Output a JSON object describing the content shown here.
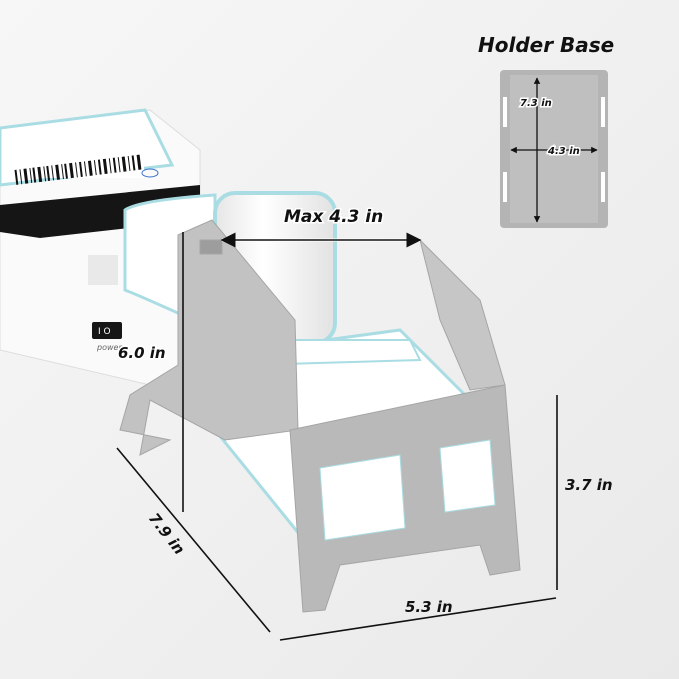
{
  "inset": {
    "title": "Holder Base",
    "length": "7.3 in",
    "width": "4.3 in"
  },
  "dimensions": {
    "max_roll_width": "Max 4.3 in",
    "overall_height_with_roll": "6.0 in",
    "depth": "7.9 in",
    "width": "5.3 in",
    "holder_height": "3.7 in"
  },
  "printer": {
    "power_label": "power",
    "switch_label": "I O"
  },
  "colors": {
    "holder": "#b9b9b9",
    "label_edge": "#a9dde3",
    "background": "#f3f3f3"
  }
}
